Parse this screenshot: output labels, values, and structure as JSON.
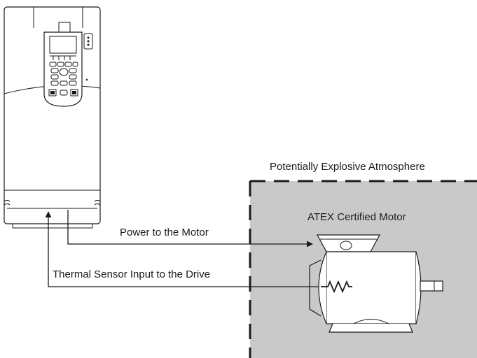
{
  "labels": {
    "hazard_zone": "Potentially Explosive Atmosphere",
    "motor": "ATEX Certified Motor",
    "power": "Power to the Motor",
    "sensor": "Thermal Sensor Input to the Drive"
  },
  "colors": {
    "zone_fill": "#c9c9c9",
    "line": "#1a1a1a",
    "device_fill": "#ffffff"
  },
  "icons": {
    "drive": "variable-frequency-drive",
    "motor": "electric-motor",
    "thermal_sensor": "resistor-symbol"
  }
}
